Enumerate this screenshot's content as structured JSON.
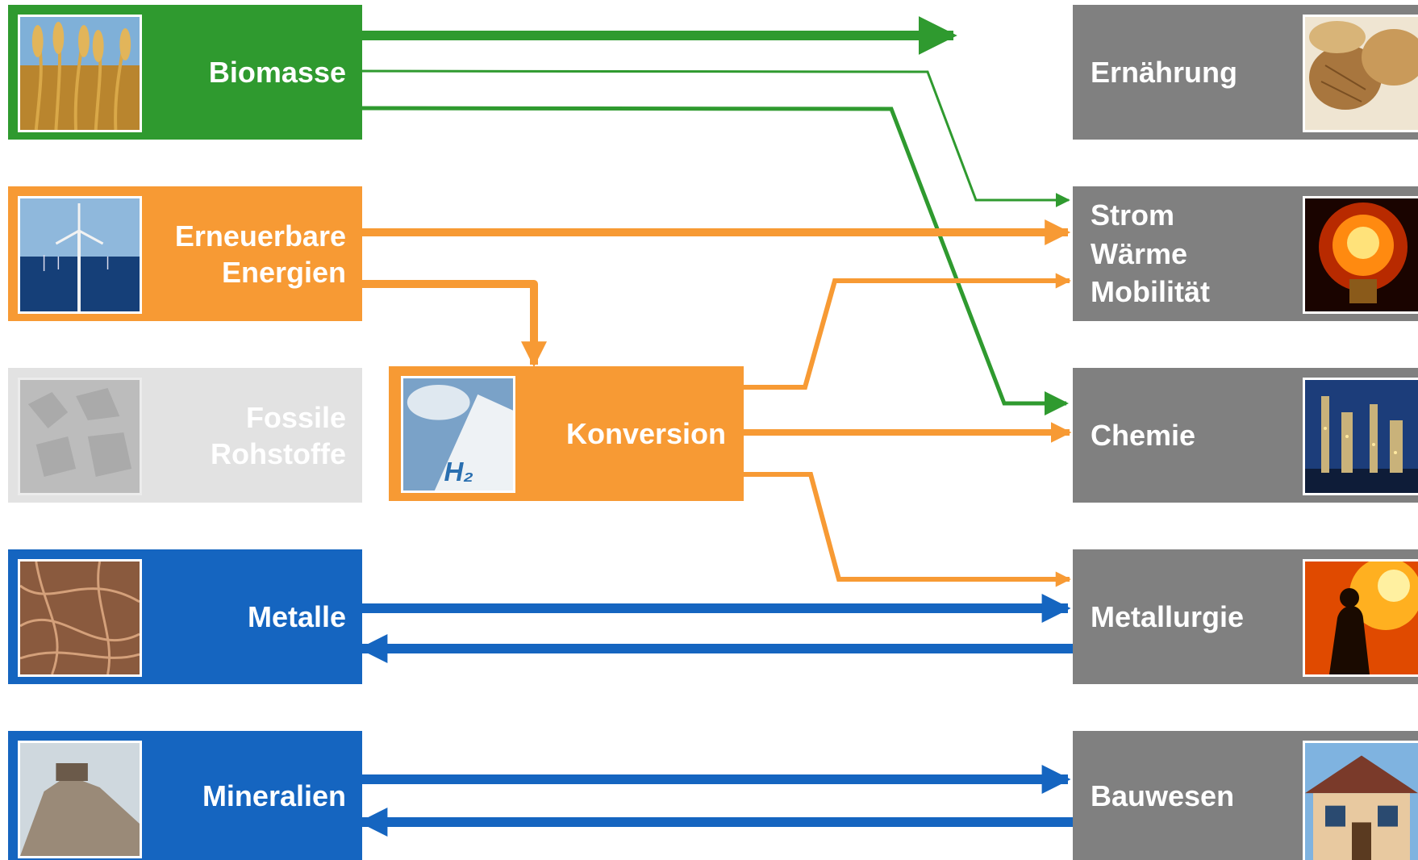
{
  "colors": {
    "green": "#2f9a2f",
    "orange": "#f79a34",
    "blue": "#1565c0",
    "gray": "#808080",
    "fossil": "#e2e2e2"
  },
  "sources": {
    "biomasse": {
      "label": "Biomasse",
      "icon": "wheat-icon"
    },
    "erneuerbare": {
      "line1": "Erneuerbare",
      "line2": "Energien",
      "icon": "wind-turbine-icon"
    },
    "fossile": {
      "line1": "Fossile",
      "line2": "Rohstoffe",
      "icon": "coal-icon"
    },
    "metalle": {
      "label": "Metalle",
      "icon": "scrap-metal-icon"
    },
    "mineralien": {
      "label": "Mineralien",
      "icon": "gravel-icon"
    }
  },
  "conversion": {
    "label": "Konversion",
    "icon": "hydrogen-tank-icon",
    "icon_text": "H₂"
  },
  "sectors": {
    "ernaehrung": {
      "label": "Ernährung",
      "icon": "bread-icon"
    },
    "energie": {
      "line1": "Strom",
      "line2": "Wärme",
      "line3": "Mobilität",
      "icon": "light-bulb-icon"
    },
    "chemie": {
      "label": "Chemie",
      "icon": "refinery-icon"
    },
    "metallurgie": {
      "label": "Metallurgie",
      "icon": "furnace-icon"
    },
    "bauwesen": {
      "label": "Bauwesen",
      "icon": "house-icon"
    }
  }
}
